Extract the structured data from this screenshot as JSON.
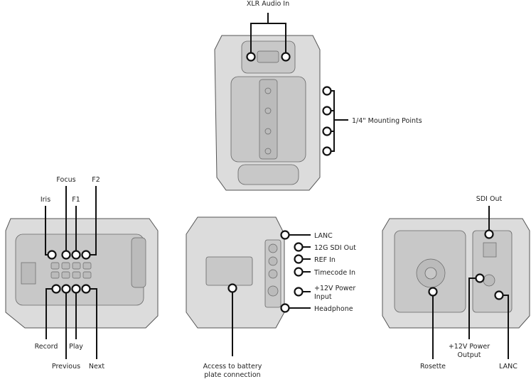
{
  "top_view": {
    "xlr_audio_in": "XLR Audio In",
    "mounting_points": "1/4\" Mounting Points"
  },
  "left_view": {
    "iris": "Iris",
    "focus": "Focus",
    "f1": "F1",
    "f2": "F2",
    "record": "Record",
    "previous": "Previous",
    "play": "Play",
    "next": "Next"
  },
  "rear_view": {
    "lanc": "LANC",
    "sdi_12g_out": "12G SDI Out",
    "ref_in": "REF In",
    "timecode_in": "Timecode In",
    "power_input_1": "+12V Power",
    "power_input_2": "Input",
    "headphone": "Headphone",
    "battery_1": "Access to battery",
    "battery_2": "plate connection"
  },
  "right_view": {
    "sdi_out": "SDI Out",
    "rosette": "Rosette",
    "power_output_1": "+12V Power",
    "power_output_2": "Output",
    "lanc": "LANC"
  }
}
